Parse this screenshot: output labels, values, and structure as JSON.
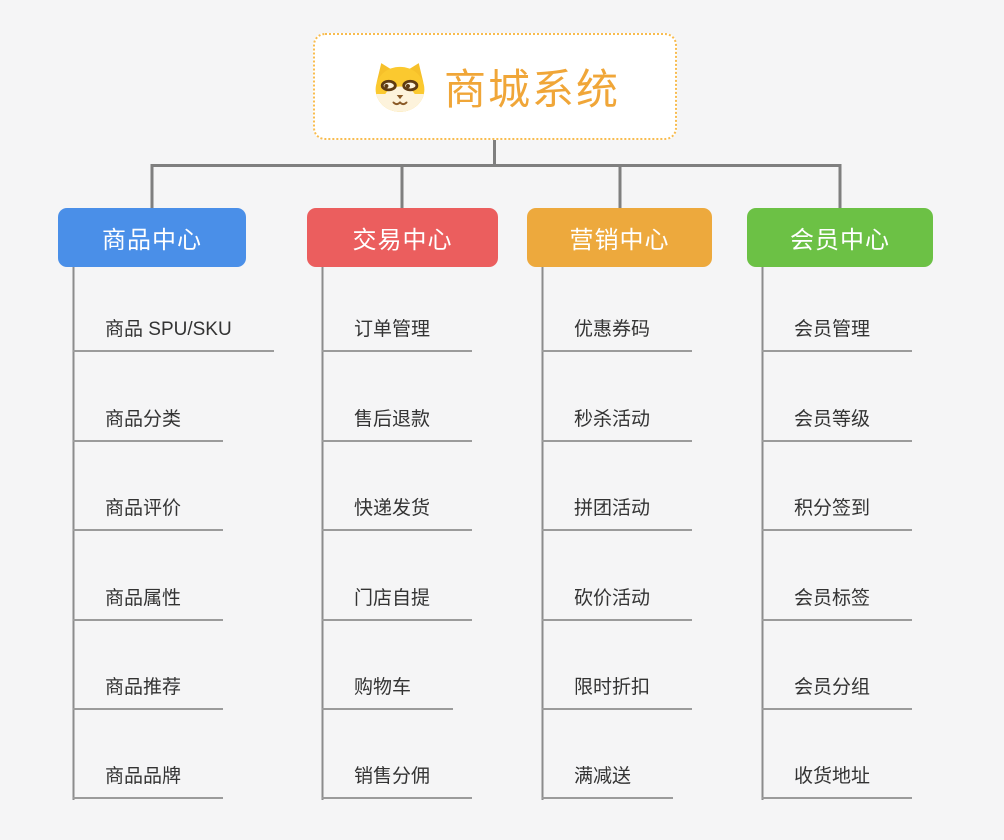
{
  "canvas": {
    "background": "#f5f5f6"
  },
  "root": {
    "title": "商城系统",
    "icon": "dog-face",
    "text_color": "#f0a638",
    "border_color": "#f8bc4f"
  },
  "branches": [
    {
      "label": "商品中心",
      "color": "#4a8fe8",
      "items": [
        "商品 SPU/SKU",
        "商品分类",
        "商品评价",
        "商品属性",
        "商品推荐",
        "商品品牌"
      ]
    },
    {
      "label": "交易中心",
      "color": "#eb5e5e",
      "items": [
        "订单管理",
        "售后退款",
        "快递发货",
        "门店自提",
        "购物车",
        "销售分佣"
      ]
    },
    {
      "label": "营销中心",
      "color": "#eda93d",
      "items": [
        "优惠券码",
        "秒杀活动",
        "拼团活动",
        "砍价活动",
        "限时折扣",
        "满减送"
      ]
    },
    {
      "label": "会员中心",
      "color": "#6cc145",
      "items": [
        "会员管理",
        "会员等级",
        "积分签到",
        "会员标签",
        "会员分组",
        "收货地址"
      ]
    }
  ],
  "colors": {
    "connector": "#7f7f7f",
    "branch_trunk_line": "#8c8c8c",
    "leaf_underline": "#9b9b9b",
    "leaf_text": "#333333"
  }
}
